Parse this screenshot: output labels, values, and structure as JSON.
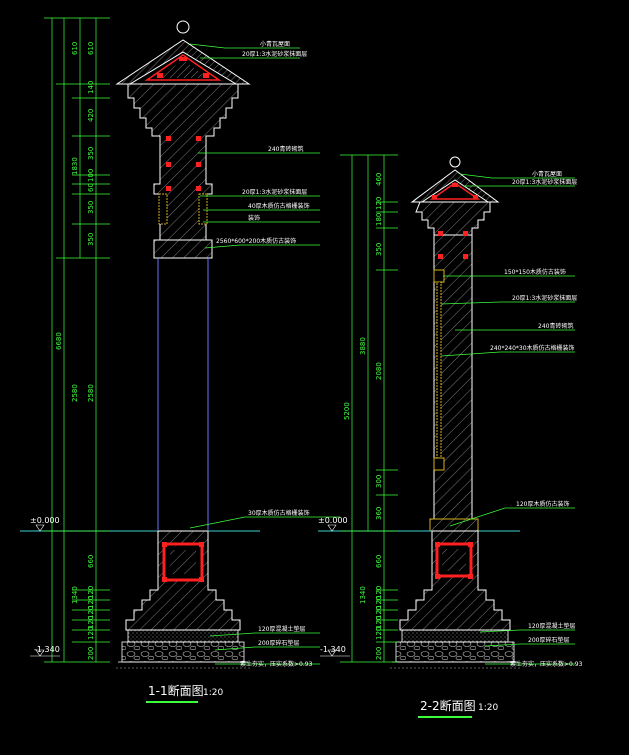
{
  "section1": {
    "title": "1-1断面图",
    "scale": "1:20",
    "dims_a": [
      "610",
      "140",
      "420",
      "350",
      "100",
      "60",
      "350",
      "350",
      "2580",
      "660",
      "1340",
      "200",
      "120",
      "120",
      "120",
      "120",
      "120"
    ],
    "dims_b": [
      "1830"
    ],
    "dims_c": [
      "6680"
    ],
    "dims_d": [
      "2580"
    ],
    "levels": [
      "±0.000",
      "-1.340"
    ],
    "labels": [
      "小青瓦屋面",
      "20厚1:3水泥砂浆抹面层",
      "240青砖砌筑",
      "20厚1:3水泥砂浆抹面层",
      "40厚木质仿古格栅装饰",
      "装饰",
      "2560*600*200木质仿古装饰",
      "30厚木质仿古格栅装饰",
      "120厚混凝土垫层",
      "200厚碎石垫层",
      "素土夯实，压实系数>0.93"
    ]
  },
  "section2": {
    "title": "2-2断面图",
    "scale": "1:20",
    "dims_a": [
      "460",
      "180",
      "120",
      "350",
      "2080",
      "300",
      "360",
      "660",
      "1340",
      "200",
      "120",
      "120",
      "120",
      "120",
      "120"
    ],
    "dims_b": [
      "3880"
    ],
    "dims_c": [
      "5200"
    ],
    "levels": [
      "±0.000",
      "-1.340"
    ],
    "labels": [
      "小青瓦屋面",
      "20厚1:3水泥砂浆抹面层",
      "150*150木质仿古装饰",
      "20厚1:3水泥砂浆抹面层",
      "240青砖砌筑",
      "240*240*30木质仿古格栅装饰",
      "120厚木质仿古装饰",
      "120厚混凝土垫层",
      "200厚碎石垫层",
      "素土夯实，压实系数>0.93"
    ]
  },
  "colors": {
    "background": "#000000",
    "dimension": "#3cff3c",
    "outline": "#ffffff",
    "accent": "#ff2020",
    "hatch": "#9a9a9a",
    "grid": "#7070ff",
    "level": "#3ccfcf",
    "ornament": "#d4b020"
  }
}
